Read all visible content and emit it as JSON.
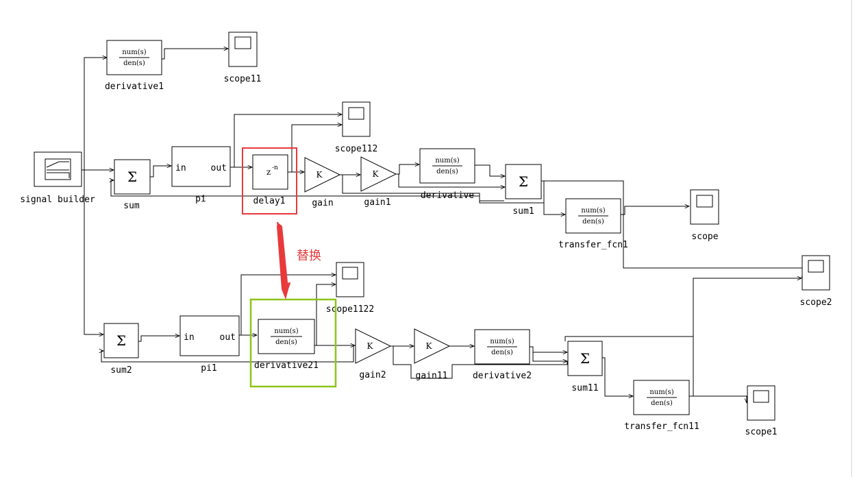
{
  "blocks": {
    "signal_builder": {
      "label": "signal builder"
    },
    "derivative1": {
      "label": "derivative1",
      "num": "num(s)",
      "den": "den(s)"
    },
    "scope11": {
      "label": "scope11"
    },
    "scope112": {
      "label": "scope112"
    },
    "sum": {
      "label": "sum",
      "symbol": "Σ"
    },
    "pi": {
      "label": "pi",
      "in_port": "in",
      "out_port": "out"
    },
    "delay1": {
      "label": "delay1",
      "symbol": "z",
      "sup": "-n"
    },
    "gain": {
      "label": "gain",
      "symbol": "K"
    },
    "gain1": {
      "label": "gain1",
      "symbol": "K"
    },
    "derivative": {
      "label": "derivative",
      "num": "num(s)",
      "den": "den(s)"
    },
    "sum1": {
      "label": "sum1",
      "symbol": "Σ"
    },
    "transfer_fcn1": {
      "label": "transfer_fcn1",
      "num": "num(s)",
      "den": "den(s)"
    },
    "scope": {
      "label": "scope"
    },
    "scope2": {
      "label": "scope2"
    },
    "scope1122": {
      "label": "scope1122"
    },
    "sum2": {
      "label": "sum2",
      "symbol": "Σ"
    },
    "pi1": {
      "label": "pi1",
      "in_port": "in",
      "out_port": "out"
    },
    "derivative21": {
      "label": "derivative21",
      "num": "num(s)",
      "den": "den(s)"
    },
    "gain2": {
      "label": "gain2",
      "symbol": "K"
    },
    "gain11": {
      "label": "gain11",
      "symbol": "K"
    },
    "derivative2": {
      "label": "derivative2",
      "num": "num(s)",
      "den": "den(s)"
    },
    "sum11": {
      "label": "sum11",
      "symbol": "Σ"
    },
    "transfer_fcn11": {
      "label": "transfer_fcn11",
      "num": "num(s)",
      "den": "den(s)"
    },
    "scope1": {
      "label": "scope1"
    }
  },
  "annotation": {
    "text": "替换",
    "arrow_color": "#e8393b",
    "replaced_color": "#e8393b",
    "replacement_color": "#8cc41a"
  }
}
